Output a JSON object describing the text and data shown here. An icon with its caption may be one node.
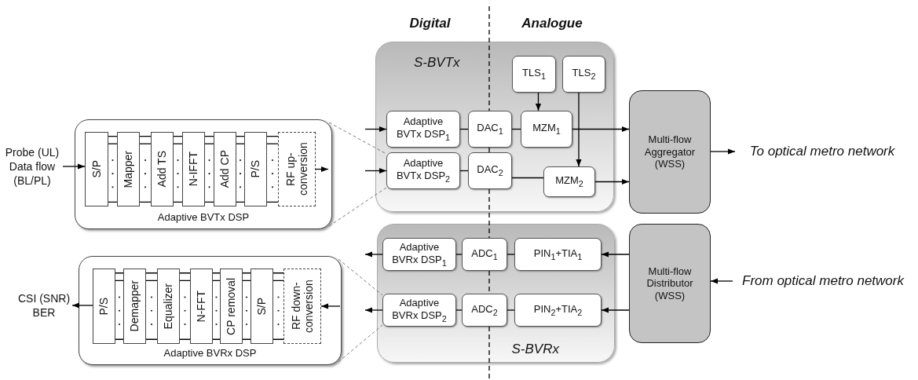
{
  "diagram": {
    "nodes": [
      {
        "text": [
          "Probe (UL) Data flow (BL/PL)"
        ]
      },
      {
        "text": [
          "Adaptive BVTx DSP"
        ]
      },
      {
        "text": [
          "S/P"
        ],
        "in": 1
      },
      {
        "text": [
          "Mapper"
        ],
        "in": 1
      },
      {
        "text": [
          "Add TS"
        ],
        "in": 1
      },
      {
        "text": [
          "N-IFFT"
        ],
        "in": 1
      },
      {
        "text": [
          "Add CP"
        ],
        "in": 1
      },
      {
        "text": [
          "P/S"
        ],
        "in": 1
      },
      {
        "text": [
          "RF up-conversion"
        ],
        "in": 1
      },
      {
        "text": [
          "S-BVTx"
        ]
      },
      {
        "text": [
          "TLS$_{1}$"
        ],
        "in": 9
      },
      {
        "text": [
          "TLS$_{2}$"
        ],
        "in": 9
      },
      {
        "text": [
          "Adaptive BVTx DSP$_{1}$"
        ],
        "in": 9
      },
      {
        "text": [
          "DAC$_{1}$"
        ],
        "in": 9
      },
      {
        "text": [
          "MZM$_{1}$"
        ],
        "in": 9
      },
      {
        "text": [
          "Adaptive BVTx DSP$_{2}$"
        ],
        "in": 9
      },
      {
        "text": [
          "DAC$_{2}$"
        ],
        "in": 9
      },
      {
        "text": [
          "MZM$_{2}$"
        ],
        "in": 9
      },
      {
        "text": [
          "Multi-flow Aggregator (WSS)"
        ]
      },
      {
        "text": [
          "To optical metro network"
        ]
      },
      {
        "text": [
          "Adaptive BVRx DSP"
        ]
      },
      {
        "text": [
          "P/S"
        ],
        "in": 20
      },
      {
        "text": [
          "Demapper"
        ],
        "in": 20
      },
      {
        "text": [
          "Equalizer"
        ],
        "in": 20
      },
      {
        "text": [
          "N-FFT"
        ],
        "in": 20
      },
      {
        "text": [
          "CP removal"
        ],
        "in": 20
      },
      {
        "text": [
          "S/P"
        ],
        "in": 20
      },
      {
        "text": [
          "RF down-conversion"
        ],
        "in": 20
      },
      {
        "text": [
          "CSI (SNR) BER"
        ]
      },
      {
        "text": [
          "S-BVRx"
        ]
      },
      {
        "text": [
          "Adaptive BVRx DSP$_{1}$"
        ],
        "in": 29
      },
      {
        "text": [
          "ADC$_{1}$"
        ],
        "in": 29
      },
      {
        "text": [
          "PIN$_{1}$+TIA$_{1}$"
        ],
        "in": 29
      },
      {
        "text": [
          "Adaptive BVRx DSP$_{2}$"
        ],
        "in": 29
      },
      {
        "text": [
          "ADC$_{2}$"
        ],
        "in": 29
      },
      {
        "text": [
          "PIN$_{2}$+TIA$_{2}$"
        ],
        "in": 29
      },
      {
        "text": [
          "Multi-flow Distributor (WSS)"
        ]
      },
      {
        "text": [
          "From optical metro network"
        ]
      }
    ],
    "edges": [
      {
        "from": 0,
        "to": 2,
        "arrow": "to"
      },
      {
        "from": 2,
        "to": 3,
        "arrow": "none"
      },
      {
        "from": 3,
        "to": 4,
        "arrow": "none"
      },
      {
        "from": 4,
        "to": 5,
        "arrow": "none"
      },
      {
        "from": 5,
        "to": 6,
        "arrow": "none"
      },
      {
        "from": 6,
        "to": 7,
        "arrow": "none"
      },
      {
        "from": 7,
        "to": 8,
        "arrow": "none"
      },
      {
        "from": 8,
        "to": null,
        "arrow": "to"
      },
      {
        "from": 1,
        "to": 15,
        "arrow": "none",
        "style": "dashed",
        "color": "#7f7f7f"
      },
      {
        "from": 1,
        "to": 15,
        "arrow": "none",
        "style": "dashed",
        "color": "#7f7f7f"
      },
      {
        "from": null,
        "to": 12,
        "arrow": "to"
      },
      {
        "from": null,
        "to": 15,
        "arrow": "to"
      },
      {
        "from": 12,
        "to": 13,
        "arrow": "none"
      },
      {
        "from": 13,
        "to": 14,
        "arrow": "none"
      },
      {
        "from": 10,
        "to": 14,
        "arrow": "to"
      },
      {
        "from": 11,
        "to": 17,
        "arrow": "to"
      },
      {
        "from": 14,
        "to": 18,
        "arrow": "to"
      },
      {
        "from": 15,
        "to": 16,
        "arrow": "none"
      },
      {
        "from": 16,
        "to": 17,
        "arrow": "none"
      },
      {
        "from": 17,
        "to": 18,
        "arrow": "to"
      },
      {
        "from": 18,
        "to": 19,
        "arrow": "to"
      },
      {
        "from": 21,
        "to": 28,
        "arrow": "to"
      },
      {
        "from": 21,
        "to": 22,
        "arrow": "none"
      },
      {
        "from": 22,
        "to": 23,
        "arrow": "none"
      },
      {
        "from": 23,
        "to": 24,
        "arrow": "none"
      },
      {
        "from": 24,
        "to": 25,
        "arrow": "none"
      },
      {
        "from": 25,
        "to": 26,
        "arrow": "none"
      },
      {
        "from": 26,
        "to": 27,
        "arrow": "none"
      },
      {
        "from": null,
        "to": 27,
        "arrow": "to"
      },
      {
        "from": 20,
        "to": 33,
        "arrow": "none",
        "style": "dashed",
        "color": "#7f7f7f"
      },
      {
        "from": 20,
        "to": 33,
        "arrow": "none",
        "style": "dashed",
        "color": "#7f7f7f"
      },
      {
        "from": 30,
        "to": null,
        "arrow": "to"
      },
      {
        "from": 33,
        "to": null,
        "arrow": "to"
      },
      {
        "from": 30,
        "to": 31,
        "arrow": "none"
      },
      {
        "from": 31,
        "to": 32,
        "arrow": "none"
      },
      {
        "from": 36,
        "to": 32,
        "arrow": "to"
      },
      {
        "from": 36,
        "to": 35,
        "arrow": "to"
      },
      {
        "from": 37,
        "to": 36,
        "arrow": "to"
      },
      {
        "from": 33,
        "to": 34,
        "arrow": "none"
      },
      {
        "from": 34,
        "to": 35,
        "arrow": "none"
      }
    ],
    "labels": [
      "Digital",
      "Analogue"
    ]
  }
}
